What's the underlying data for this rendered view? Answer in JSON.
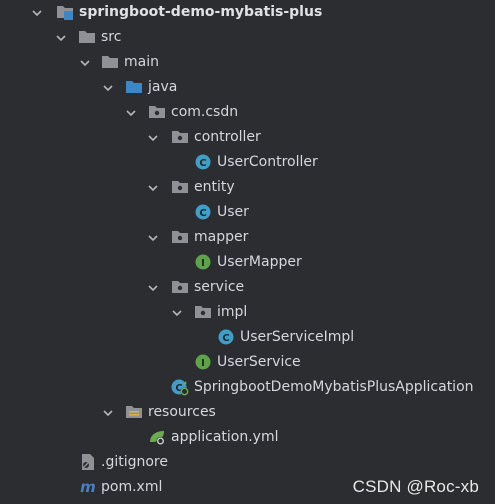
{
  "tree": {
    "project": "springboot-demo-mybatis-plus",
    "src": "src",
    "main": "main",
    "java": "java",
    "package": "com.csdn",
    "controller": "controller",
    "user_controller": "UserController",
    "entity": "entity",
    "user": "User",
    "mapper": "mapper",
    "user_mapper": "UserMapper",
    "service": "service",
    "impl": "impl",
    "user_service_impl": "UserServiceImpl",
    "user_service": "UserService",
    "application_class": "SpringbootDemoMybatisPlusApplication",
    "resources": "resources",
    "application_yml": "application.yml",
    "gitignore": ".gitignore",
    "pom": "pom.xml"
  },
  "watermark": "CSDN @Roc-xb",
  "colors": {
    "background": "#2b2d30",
    "text": "#d4d7de",
    "folder": "#8f9196",
    "source_folder": "#3d87c7",
    "class_icon": "#3f9fc7",
    "interface_icon": "#5ea24a",
    "spring": "#6aab4e"
  },
  "icons": {
    "project": "module-folder-icon",
    "folder": "folder-icon",
    "source_root": "source-root-folder-icon",
    "package": "package-icon",
    "class": "class-icon",
    "interface": "interface-icon",
    "spring_boot_app": "spring-boot-application-icon",
    "resources_root": "resources-root-folder-icon",
    "yml": "spring-yml-icon",
    "gitignore": "gitignore-icon",
    "maven": "maven-icon"
  }
}
